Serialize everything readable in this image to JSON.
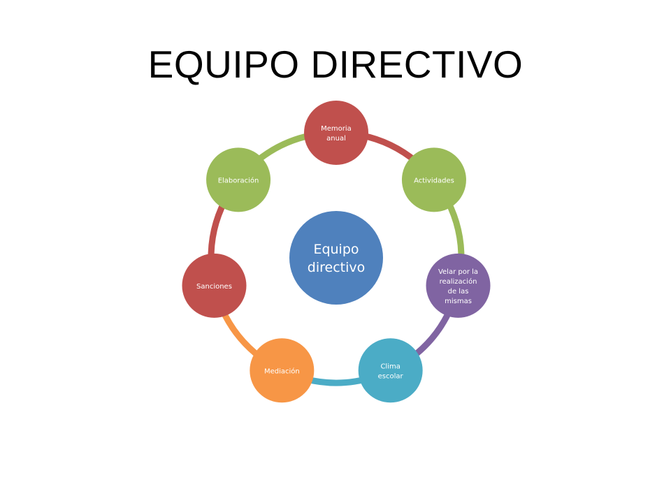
{
  "slide": {
    "title": "EQUIPO DIRECTIVO"
  },
  "diagram": {
    "center": {
      "lines": [
        "Equipo",
        "directivo"
      ],
      "color": "#4f81bd"
    },
    "nodes": [
      {
        "lines": [
          "Memoria",
          "anual"
        ],
        "color": "#c0504d",
        "icon": ""
      },
      {
        "lines": [
          "Actividades"
        ],
        "color": "#9bbb59"
      },
      {
        "lines": [
          "Velar por la",
          "realización",
          "de las",
          "mismas"
        ],
        "color": "#8064a2"
      },
      {
        "lines": [
          "Clima",
          "escolar"
        ],
        "color": "#4bacc6"
      },
      {
        "lines": [
          "Mediación"
        ],
        "color": "#f79646"
      },
      {
        "lines": [
          "Sanciones"
        ],
        "color": "#c0504d"
      },
      {
        "lines": [
          "Elaboración"
        ],
        "color": "#9bbb59"
      }
    ],
    "connector_colors": [
      "#c0504d",
      "#9bbb59",
      "#8064a2",
      "#4bacc6",
      "#f79646",
      "#c0504d",
      "#9bbb59"
    ]
  }
}
